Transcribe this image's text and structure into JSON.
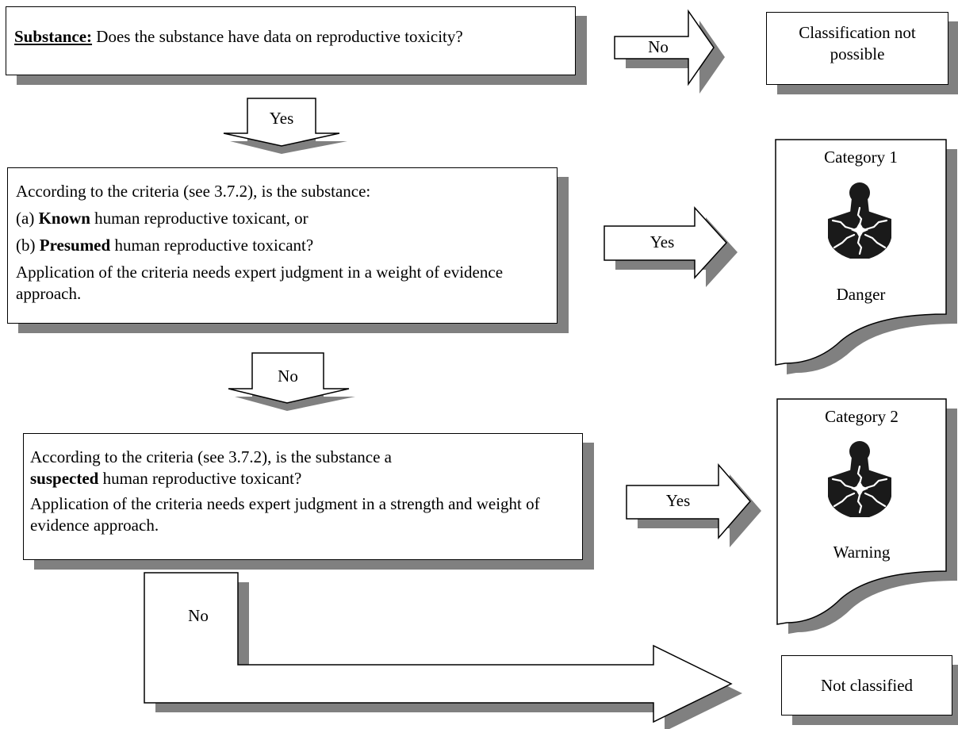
{
  "q1": {
    "lead": "Substance:",
    "text": " Does the substance have data on reproductive toxicity?"
  },
  "q2": {
    "intro": "According to the criteria (see 3.7.2), is the substance:",
    "a_prefix": "(a) ",
    "a_bold": "Known",
    "a_rest": " human reproductive toxicant, or",
    "b_prefix": "(b) ",
    "b_bold": "Presumed",
    "b_rest": " human reproductive toxicant?",
    "note": "Application of the criteria needs expert judgment in a weight of evidence approach."
  },
  "q3": {
    "intro": "According to the criteria (see 3.7.2), is the substance a",
    "bold": "suspected",
    "rest": " human reproductive toxicant?",
    "note": "Application of the criteria needs expert judgment in a strength and weight of evidence approach."
  },
  "arrows": {
    "no_1": "No",
    "yes_1": "Yes",
    "yes_2": "Yes",
    "no_2": "No",
    "yes_3": "Yes",
    "no_3": "No"
  },
  "results": {
    "not_possible": "Classification not possible",
    "cat1_title": "Category 1",
    "cat1_signal": "Danger",
    "cat2_title": "Category 2",
    "cat2_signal": "Warning",
    "not_classified": "Not classified"
  },
  "pictogram_icon": "health-hazard-icon",
  "colors": {
    "shadow": "#808080",
    "line": "#000000",
    "fill": "#ffffff",
    "pictogram": "#1a1a1a"
  }
}
